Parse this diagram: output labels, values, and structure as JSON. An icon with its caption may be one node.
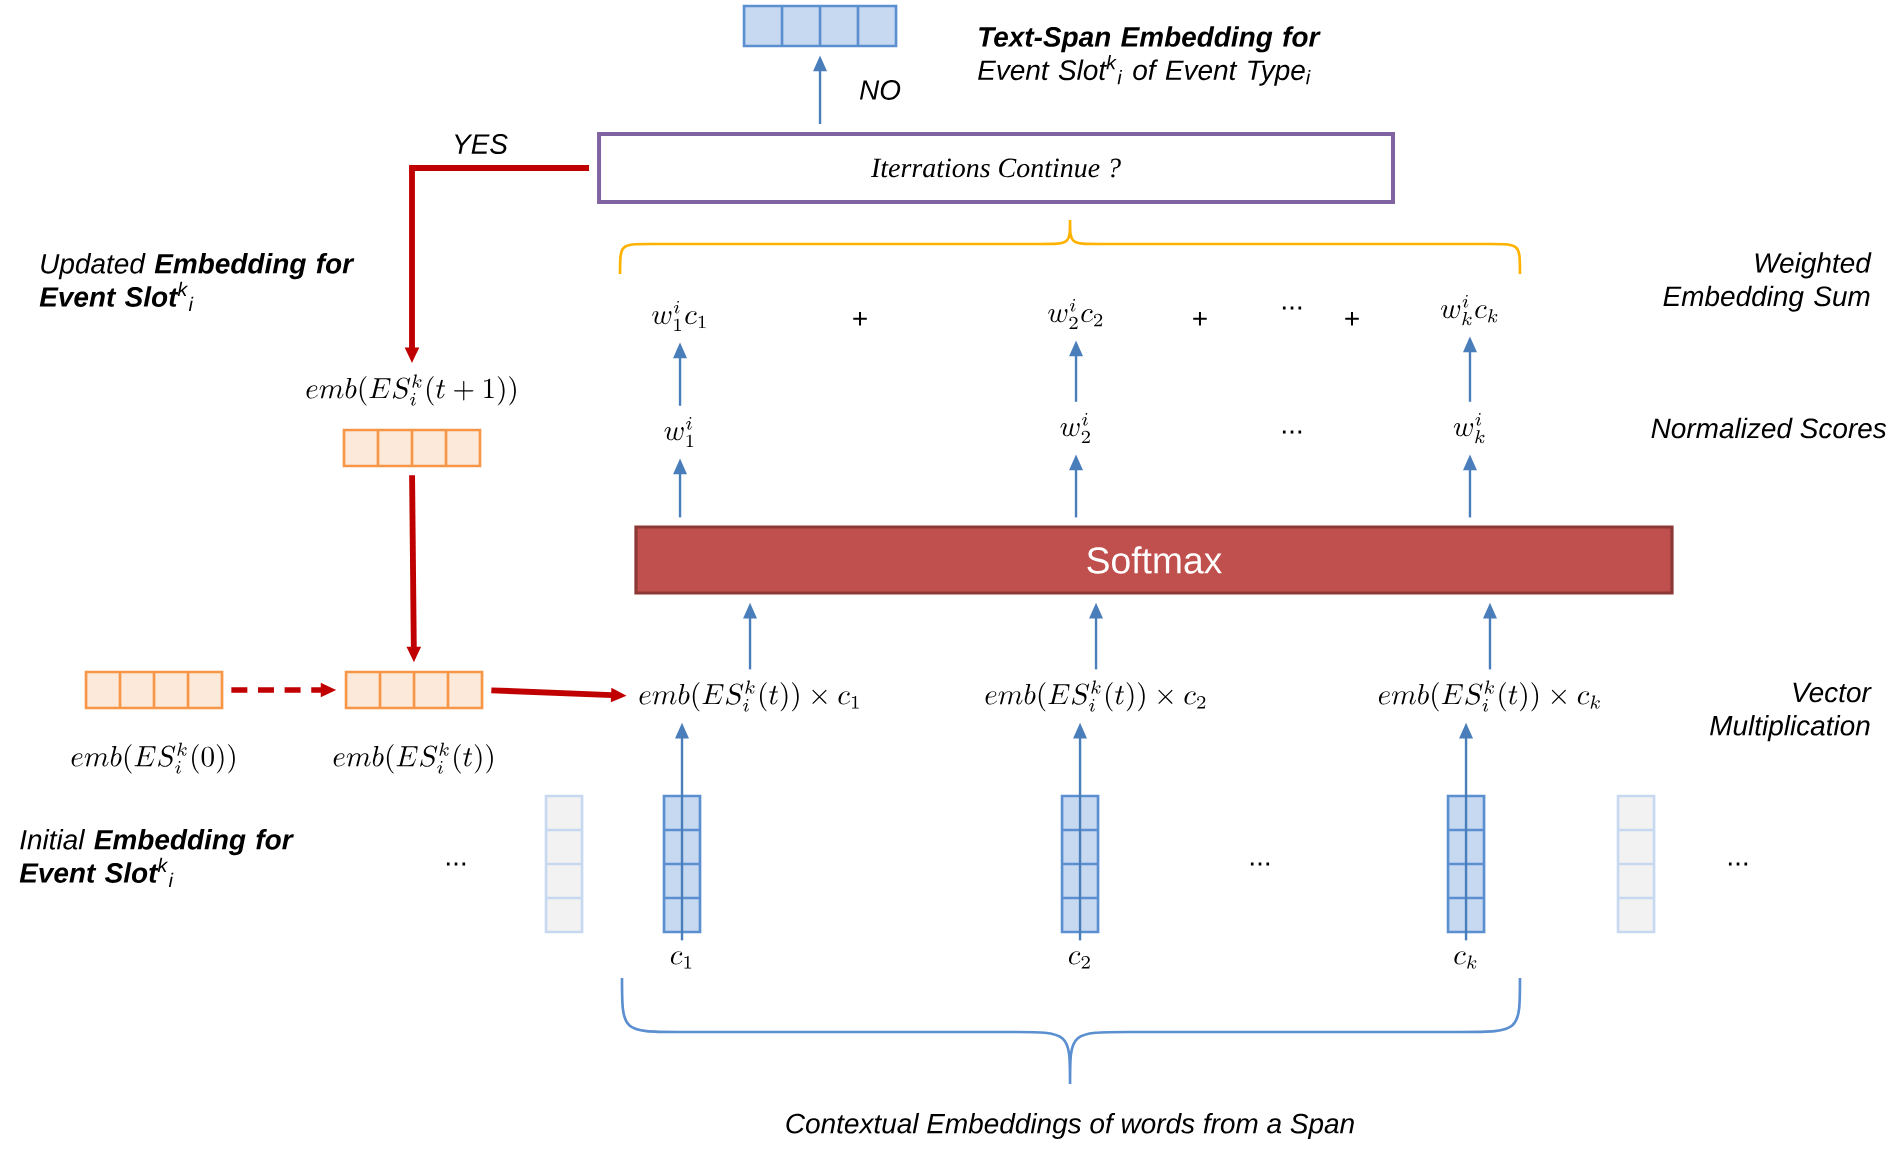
{
  "diagram": {
    "nodes": [
      {
        "text": [],
        "shape": "box"
      },
      {
        "text": [
          "Iterrations Continue ?"
        ]
      },
      {
        "text": [
          "w^{i}_{1}c_{1}"
        ]
      },
      {
        "text": [
          "w^{i}_{2}c_{2}"
        ]
      },
      {
        "text": [
          "w^{i}_{k}c_{k}"
        ]
      },
      {
        "text": [],
        "shape": "box",
        "beside": [
          "emb(ES^{k}_{i}(t+1))"
        ]
      },
      {
        "text": [
          "w^{i}_{1}"
        ]
      },
      {
        "text": [
          "w^{i}_{2}"
        ]
      },
      {
        "text": [
          "w^{i}_{k}"
        ]
      },
      {
        "text": [
          "Softmax"
        ]
      },
      {
        "text": [],
        "shape": "box",
        "beside": [
          "emb(ES^{k}_{i}(0))"
        ]
      },
      {
        "text": [],
        "shape": "box",
        "beside": [
          "emb(ES^{k}_{i}(t))"
        ]
      },
      {
        "text": [
          "emb(ES^{k}_{i}(t))\\times c_{1}"
        ]
      },
      {
        "text": [
          "emb(ES^{k}_{i}(t))\\times c_{2}"
        ]
      },
      {
        "text": [
          "emb(ES^{k}_{i}(t))\\times c_{k}"
        ]
      },
      {
        "text": [],
        "shape": "box"
      },
      {
        "text": [],
        "shape": "box",
        "beside": [
          "c_{1}"
        ]
      },
      {
        "text": [],
        "shape": "box",
        "beside": [
          "c_{2}"
        ]
      },
      {
        "text": [],
        "shape": "box",
        "beside": [
          "c_{k}"
        ]
      },
      {
        "text": [],
        "shape": "box"
      }
    ],
    "edges": [
      {
        "from": 1,
        "to": 0,
        "arrow": "to",
        "label": "NO"
      },
      {
        "from": 1,
        "to": 5,
        "arrow": "to",
        "label": "YES",
        "style": "thick",
        "color": "#c00000"
      },
      {
        "from": 5,
        "to": 11,
        "arrow": "to",
        "style": "thick",
        "color": "#c00000"
      },
      {
        "from": 10,
        "to": 11,
        "arrow": "to",
        "style": "dashed",
        "color": "#c00000"
      },
      {
        "from": 11,
        "to": 12,
        "arrow": "to",
        "style": "thick",
        "color": "#c00000"
      },
      {
        "from": 16,
        "to": 12,
        "arrow": "to"
      },
      {
        "from": 17,
        "to": 13,
        "arrow": "to"
      },
      {
        "from": 18,
        "to": 14,
        "arrow": "to"
      },
      {
        "from": 12,
        "to": 9,
        "arrow": "to"
      },
      {
        "from": 13,
        "to": 9,
        "arrow": "to"
      },
      {
        "from": 14,
        "to": 9,
        "arrow": "to"
      },
      {
        "from": 9,
        "to": 6,
        "arrow": "to"
      },
      {
        "from": 9,
        "to": 7,
        "arrow": "to"
      },
      {
        "from": 9,
        "to": 8,
        "arrow": "to"
      },
      {
        "from": 6,
        "to": 2,
        "arrow": "to"
      },
      {
        "from": 7,
        "to": 3,
        "arrow": "to"
      },
      {
        "from": 8,
        "to": 4,
        "arrow": "to"
      }
    ],
    "labels": [
      "**Text-Span Embedding for** Event Slot$^{k}$$_{i}$ of Event Type$_{i}$",
      "Updated **Embedding for Event Slot**$^{k}$$_{i}$",
      "Weighted Embedding Sum",
      "+",
      "+",
      "...",
      "+",
      "Normalized Scores",
      "...",
      "Vector Multiplication",
      "Initial **Embedding for Event Slot**$^{k}$$_{i}$",
      "...",
      "...",
      "...",
      "Contextual Embeddings  of words from a Span"
    ]
  }
}
